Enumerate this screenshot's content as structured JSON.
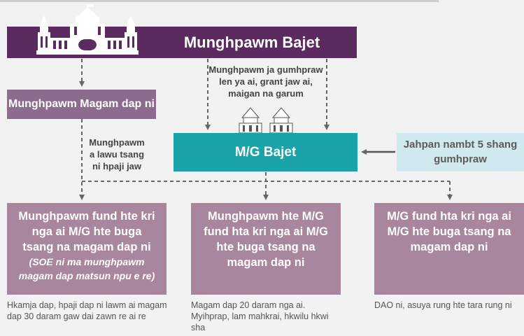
{
  "title_box": {
    "label": "Munghpawm Bajet"
  },
  "ministry_box": {
    "label": "Munghpawm Magam dap ni"
  },
  "mg_box": {
    "label": "M/G Bajet"
  },
  "japan_box": {
    "label": "Jahpan nambt 5 shang gumhpraw"
  },
  "labels": {
    "grant_line1": "Munghpawm ja gumhpraw",
    "grant_line2": "len ya ai, grant jaw ai,",
    "grant_line3": "maigan na garum",
    "ministry_line1": "Munghpawm",
    "ministry_line2": "a lawu tsang",
    "ministry_line3": "ni hpaji jaw"
  },
  "bottom_boxes": [
    {
      "line1": "Munghpawm fund hte kri",
      "line2": "nga ai M/G hte buga",
      "line3": "tsang na magam dap ni",
      "italic1": "(SOE ni ma munghpawm",
      "italic2": "magam dap matsun npu e re)",
      "note": "Hkamja dap, hpaji dap ni lawm ai magam dap 30 daram gaw dai zawn re ai re"
    },
    {
      "line1": "Munghpawm hte M/G",
      "line2": "fund hta kri nga ai M/G",
      "line3": "hte buga tsang na",
      "line4": "magam dap ni",
      "note": "Magam dap 20 daram nga ai. Myihprap, lam mahkrai, hkwilu hkwi sha"
    },
    {
      "line1": "M/G fund hta kri nga ai",
      "line2": "M/G hte buga tsang na",
      "line3": "magam dap ni",
      "note": "DAO ni, asuya rung hte tara rung ni"
    }
  ],
  "colors": {
    "title": "#5b2a5f",
    "ministry": "#8c6b8e",
    "mg": "#1aa3a8",
    "japan": "#cfe9ee",
    "bottom": "#a7869e",
    "arrow": "#666666"
  },
  "icons": [
    "parliament-building-icon",
    "small-building-icon"
  ]
}
